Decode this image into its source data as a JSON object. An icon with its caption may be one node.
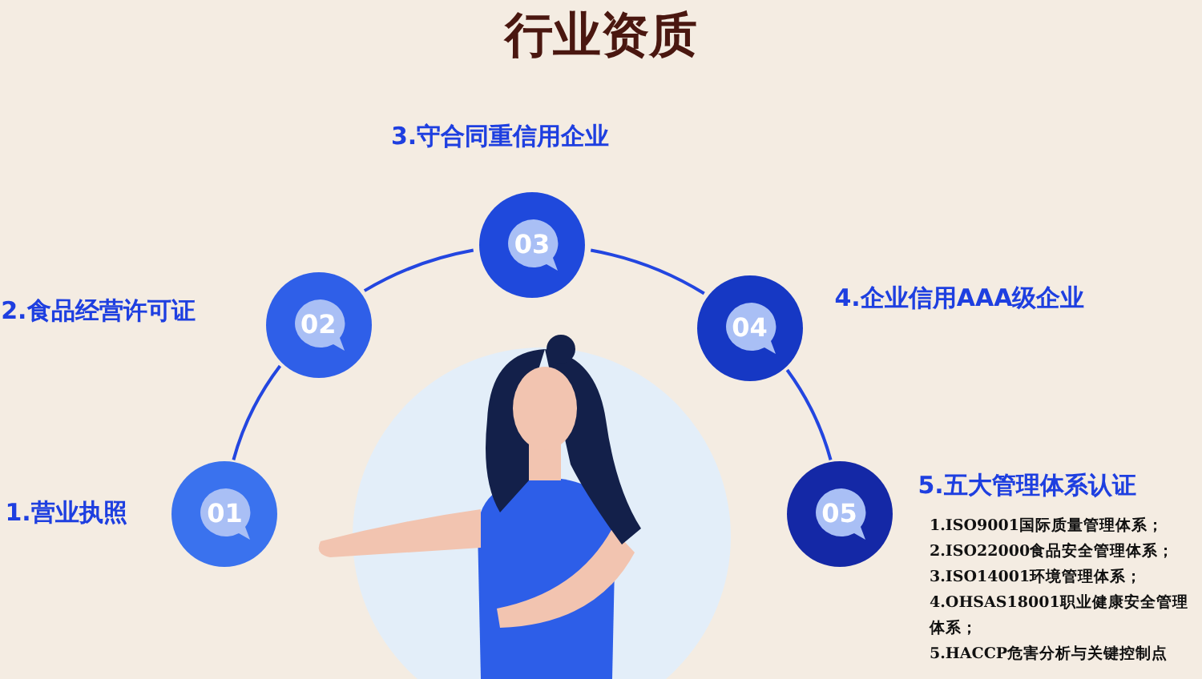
{
  "diagram": {
    "title": "行业资质",
    "nodes": [
      {
        "text": [
          "01"
        ],
        "beside": [
          "1.营业执照"
        ]
      },
      {
        "text": [
          "02"
        ],
        "beside": [
          "2.食品经营许可证"
        ]
      },
      {
        "text": [
          "03"
        ],
        "beside": [
          "3.守合同重信用企业"
        ]
      },
      {
        "text": [
          "04"
        ],
        "beside": [
          "4.企业信用AAA级企业"
        ]
      },
      {
        "text": [
          "05"
        ],
        "beside": [
          "5.五大管理体系认证"
        ]
      }
    ],
    "edges": [
      {
        "from": 0,
        "to": 1,
        "arrow": "none"
      },
      {
        "from": 1,
        "to": 2,
        "arrow": "none"
      },
      {
        "from": 2,
        "to": 3,
        "arrow": "none"
      },
      {
        "from": 3,
        "to": 4,
        "arrow": "none"
      }
    ],
    "labels": [
      "1.ISO9001国际质量管理体系；",
      "2.ISO22000食品安全管理体系；",
      "3.ISO14001环境管理体系；",
      "4.OHSAS18001职业健康安全管理体系；",
      "5.HACCP危害分析与关键控制点"
    ]
  }
}
